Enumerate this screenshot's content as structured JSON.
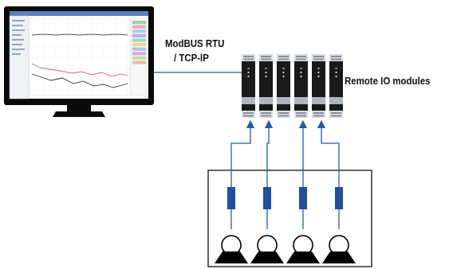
{
  "labels": {
    "protocol_line1": "ModBUS RTU",
    "protocol_line2": "/ TCP-IP",
    "remote_modules": "Remote IO modules"
  },
  "monitor": {
    "chart_series_colors": [
      "#555555",
      "#e06060",
      "#333333"
    ],
    "legend_swatch_colors": [
      "#9bd59b",
      "#f3a7c0",
      "#9fd3ef",
      "#c9a6e6",
      "#8fe0c0",
      "#f7d18c",
      "#a9c4f5",
      "#e8a0e8",
      "#b6e39a",
      "#f2b7a0"
    ]
  },
  "colors": {
    "link_line": "#1f5fa8",
    "sensor_body": "#1f4fa0",
    "io_module_body": "#1a1a1a",
    "io_module_cap": "#d9dde2",
    "io_module_band": "#aeb5bd",
    "monitor_frame": "#0a0a0a",
    "box_outline": "#111111"
  },
  "io_modules": [
    {
      "id": "m1"
    },
    {
      "id": "m2"
    },
    {
      "id": "m3"
    },
    {
      "id": "m4"
    },
    {
      "id": "m5"
    },
    {
      "id": "m6"
    }
  ],
  "field_devices": [
    {
      "id": "d1"
    },
    {
      "id": "d2"
    },
    {
      "id": "d3"
    },
    {
      "id": "d4"
    }
  ]
}
